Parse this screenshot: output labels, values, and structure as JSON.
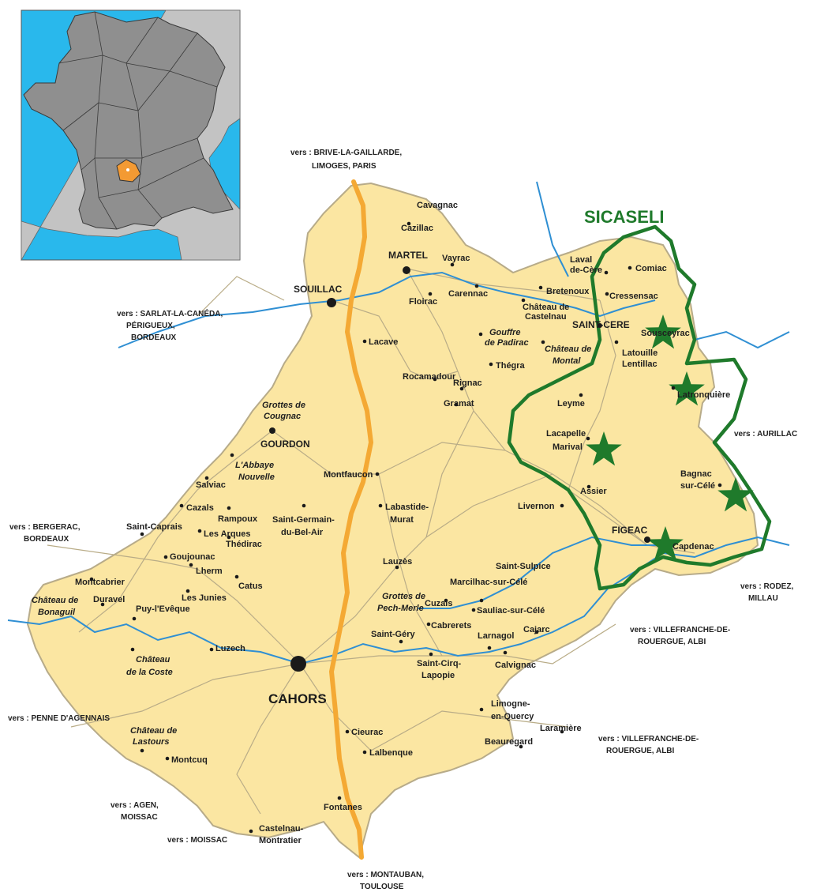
{
  "inset": {
    "name": "inset-france-map",
    "sea_color": "#29b8ec",
    "land_color": "#8f8f8f",
    "neighbor_color": "#c3c3c3",
    "highlight_color": "#f39a33"
  },
  "region": {
    "fill_color": "#fbe6a2",
    "border_color": "#b7ab89",
    "river_color": "#2f8fd3",
    "highway_color": "#f4a934"
  },
  "sicaseli": {
    "label": "SICASELI",
    "color": "#1f7a2b",
    "star_count": 5
  },
  "cities": {
    "cahors": "CAHORS",
    "figeac": "FIGEAC",
    "souillac": "SOUILLAC",
    "martel": "MARTEL",
    "gourdon": "GOURDON",
    "saint_cere": "SAINT-CERE"
  },
  "towns": {
    "cavagnac": "Cavagnac",
    "cazillac": "Cazillac",
    "vayrac": "Vayrac",
    "floirac": "Floirac",
    "carennac": "Carennac",
    "bretenoux": "Bretenoux",
    "laval_l1": "Laval",
    "laval_l2": "de-Cère",
    "comiac": "Comiac",
    "sousceyrac_l1": "Sousceyrac",
    "cressensac": "Cressensac",
    "castelnau_l1": "Château de",
    "castelnau_l2": "Castelnau",
    "lacave": "Lacave",
    "padirac_l1": "Gouffre",
    "padirac_l2": "de Padirac",
    "montal_l1": "Château de",
    "montal_l2": "Montal",
    "latouille_l1": "Latouille",
    "latouille_l2": "Lentillac",
    "thegra": "Thégra",
    "rocamadour": "Rocamadour",
    "rignac": "Rignac",
    "gramat": "Gramat",
    "latronquiere": "Latronquière",
    "leyme": "Leyme",
    "lacapelle_l1": "Lacapelle",
    "lacapelle_l2": "Marival",
    "cougnac_l1": "Grottes de",
    "cougnac_l2": "Cougnac",
    "abbaye_l1": "L'Abbaye",
    "abbaye_l2": "Nouvelle",
    "montfaucon": "Montfaucon",
    "labastide_l1": "Labastide-",
    "labastide_l2": "Murat",
    "salviac": "Salviac",
    "cazals": "Cazals",
    "rampoux": "Rampoux",
    "saint_germain_l1": "Saint-Germain-",
    "saint_germain_l2": "du-Bel-Air",
    "saint_caprais": "Saint-Caprais",
    "les_arques": "Les Arques",
    "thedirac": "Thédirac",
    "goujounac": "Goujounac",
    "lherm": "Lherm",
    "catus": "Catus",
    "montcabrier": "Montcabrier",
    "bonaguil_l1": "Château de",
    "bonaguil_l2": "Bonaguil",
    "duravel": "Duravel",
    "puy_leveque": "Puy-l'Evêque",
    "les_junies": "Les Junies",
    "luzech": "Luzech",
    "lacoste_l1": "Château",
    "lacoste_l2": "de la Coste",
    "lauzes": "Lauzès",
    "pech_merle_l1": "Grottes de",
    "pech_merle_l2": "Pech-Merle",
    "marcilhac": "Marcilhac-sur-Célé",
    "saint_sulpice": "Saint-Sulpice",
    "cuzals": "Cuzals",
    "sauliac": "Sauliac-sur-Célé",
    "cabrerets": "Cabrerets",
    "saint_gery": "Saint-Géry",
    "larnagol": "Larnagol",
    "cajarc": "Cajarc",
    "calvignac": "Calvignac",
    "saint_cirq_l1": "Saint-Cirq-",
    "saint_cirq_l2": "Lapopie",
    "livernon": "Livernon",
    "assier": "Assier",
    "bagnac_l1": "Bagnac",
    "bagnac_l2": "sur-Célé",
    "capdenac": "Capdenac",
    "limogne_l1": "Limogne-",
    "limogne_l2": "en-Quercy",
    "laramiere": "Laramière",
    "beauregard": "Beauregard",
    "cieurac": "Cieurac",
    "lalbenque": "Lalbenque",
    "lastours_l1": "Château de",
    "lastours_l2": "Lastours",
    "montcuq": "Montcuq",
    "fontanes": "Fontanes",
    "castelnau_m_l1": "Castelnau-",
    "castelnau_m_l2": "Montratier"
  },
  "directions": {
    "north_l1": "vers : BRIVE-LA-GAILLARDE,",
    "north_l2": "LIMOGES, PARIS",
    "sarlat_l1": "vers : SARLAT-LA-CANÉDA,",
    "sarlat_l2": "PÉRIGUEUX,",
    "sarlat_l3": "BORDEAUX",
    "bergerac_l1": "vers : BERGERAC,",
    "bergerac_l2": "BORDEAUX",
    "aurillac": "vers : AURILLAC",
    "rodez_l1": "vers : RODEZ,",
    "rodez_l2": "MILLAU",
    "villefranche1_l1": "vers : VILLEFRANCHE-DE-",
    "villefranche1_l2": "ROUERGUE, ALBI",
    "villefranche2_l1": "vers : VILLEFRANCHE-DE-",
    "villefranche2_l2": "ROUERGUE, ALBI",
    "penne": "vers : PENNE D'AGENNAIS",
    "agen_l1": "vers : AGEN,",
    "agen_l2": "MOISSAC",
    "moissac": "vers : MOISSAC",
    "south_l1": "vers : MONTAUBAN,",
    "south_l2": "TOULOUSE"
  }
}
